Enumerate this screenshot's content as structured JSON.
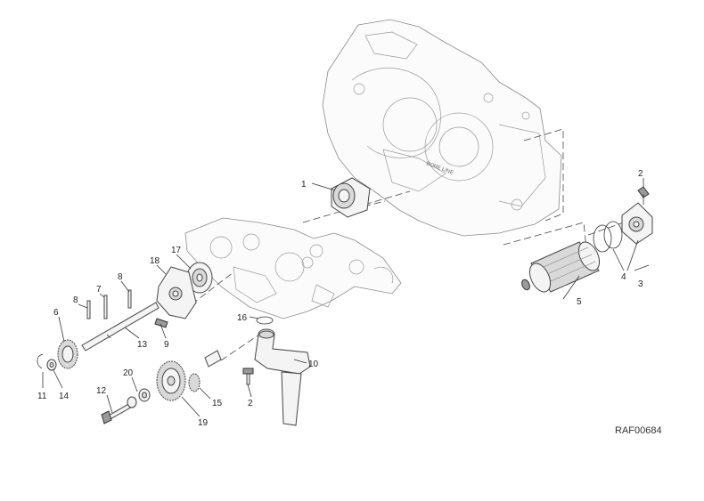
{
  "reference_code": "RAF00684",
  "callouts": {
    "c1": "1",
    "c2a": "2",
    "c2b": "2",
    "c3": "3",
    "c4": "4",
    "c5": "5",
    "c6": "6",
    "c7": "7",
    "c8a": "8",
    "c8b": "8",
    "c9": "9",
    "c10": "10",
    "c11": "11",
    "c12": "12",
    "c13": "13",
    "c14": "14",
    "c15": "15",
    "c16": "16",
    "c17": "17",
    "c18": "18",
    "c19": "19",
    "c20": "20"
  }
}
